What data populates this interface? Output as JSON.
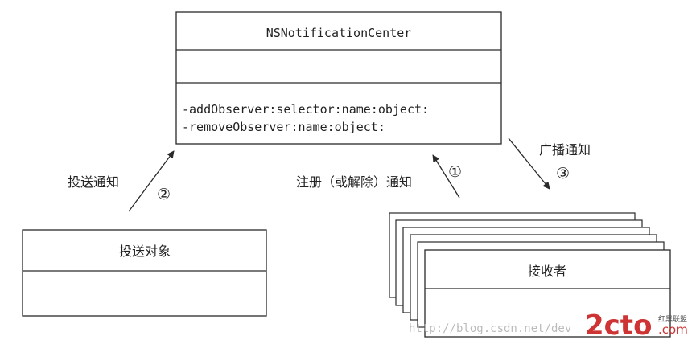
{
  "notification_center": {
    "class_name": "NSNotificationCenter",
    "methods": [
      "-addObserver:selector:name:object:",
      "-removeObserver:name:object:"
    ]
  },
  "poster": {
    "label": "投送对象"
  },
  "receiver": {
    "label": "接收者"
  },
  "arrows": {
    "post": {
      "label": "投送通知",
      "step": "②"
    },
    "register": {
      "label": "注册（或解除）通知",
      "step": "①"
    },
    "broadcast": {
      "label": "广播通知",
      "step": "③"
    }
  },
  "watermark": {
    "url": "http://blog.csdn.net/dev",
    "brand": "2cto",
    "brand_suffix": ".com",
    "brand_cn": "红黑联盟"
  },
  "colors": {
    "line": "#2a2a2a",
    "text": "#222222",
    "watermark_gray": "#b8b8b8",
    "watermark_red": "#cc2a2a"
  }
}
